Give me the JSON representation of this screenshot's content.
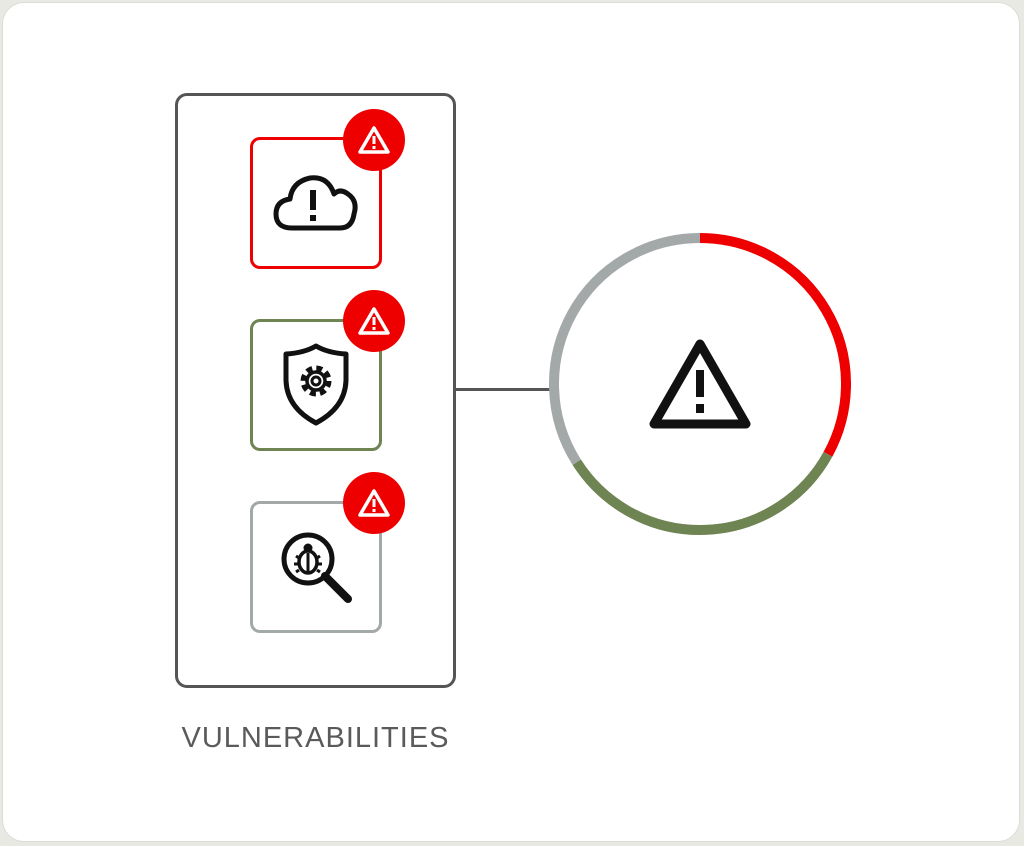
{
  "colors": {
    "alert_red": "#ee0000",
    "olive_green": "#6e8452",
    "neutral_gray": "#a3a8a8",
    "frame_gray": "#555555",
    "icon_black": "#111111",
    "caption_gray": "#5a5a5a"
  },
  "tiles": [
    {
      "icon": "cloud-alert-icon",
      "border": "alert_red",
      "has_alert_badge": true
    },
    {
      "icon": "shield-gear-icon",
      "border": "olive_green",
      "has_alert_badge": true
    },
    {
      "icon": "bug-search-icon",
      "border": "neutral_gray",
      "has_alert_badge": true
    }
  ],
  "badge_icon": "warning-triangle-icon",
  "gauge": {
    "center_icon": "warning-triangle-icon",
    "segments": [
      {
        "color": "alert_red",
        "fraction": 0.33
      },
      {
        "color": "olive_green",
        "fraction": 0.33
      },
      {
        "color": "neutral_gray",
        "fraction": 0.34
      }
    ]
  },
  "caption": "VULNERABILITIES"
}
